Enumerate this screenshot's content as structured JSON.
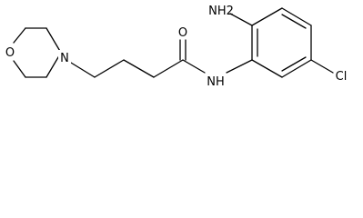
{
  "molecule": {
    "atoms": {
      "morpholine_oxygen": "O",
      "morpholine_nitrogen": "N",
      "carbonyl_oxygen": "O",
      "amide_nh": "NH",
      "amino_group": "NH2",
      "chlorine": "Cl"
    }
  }
}
